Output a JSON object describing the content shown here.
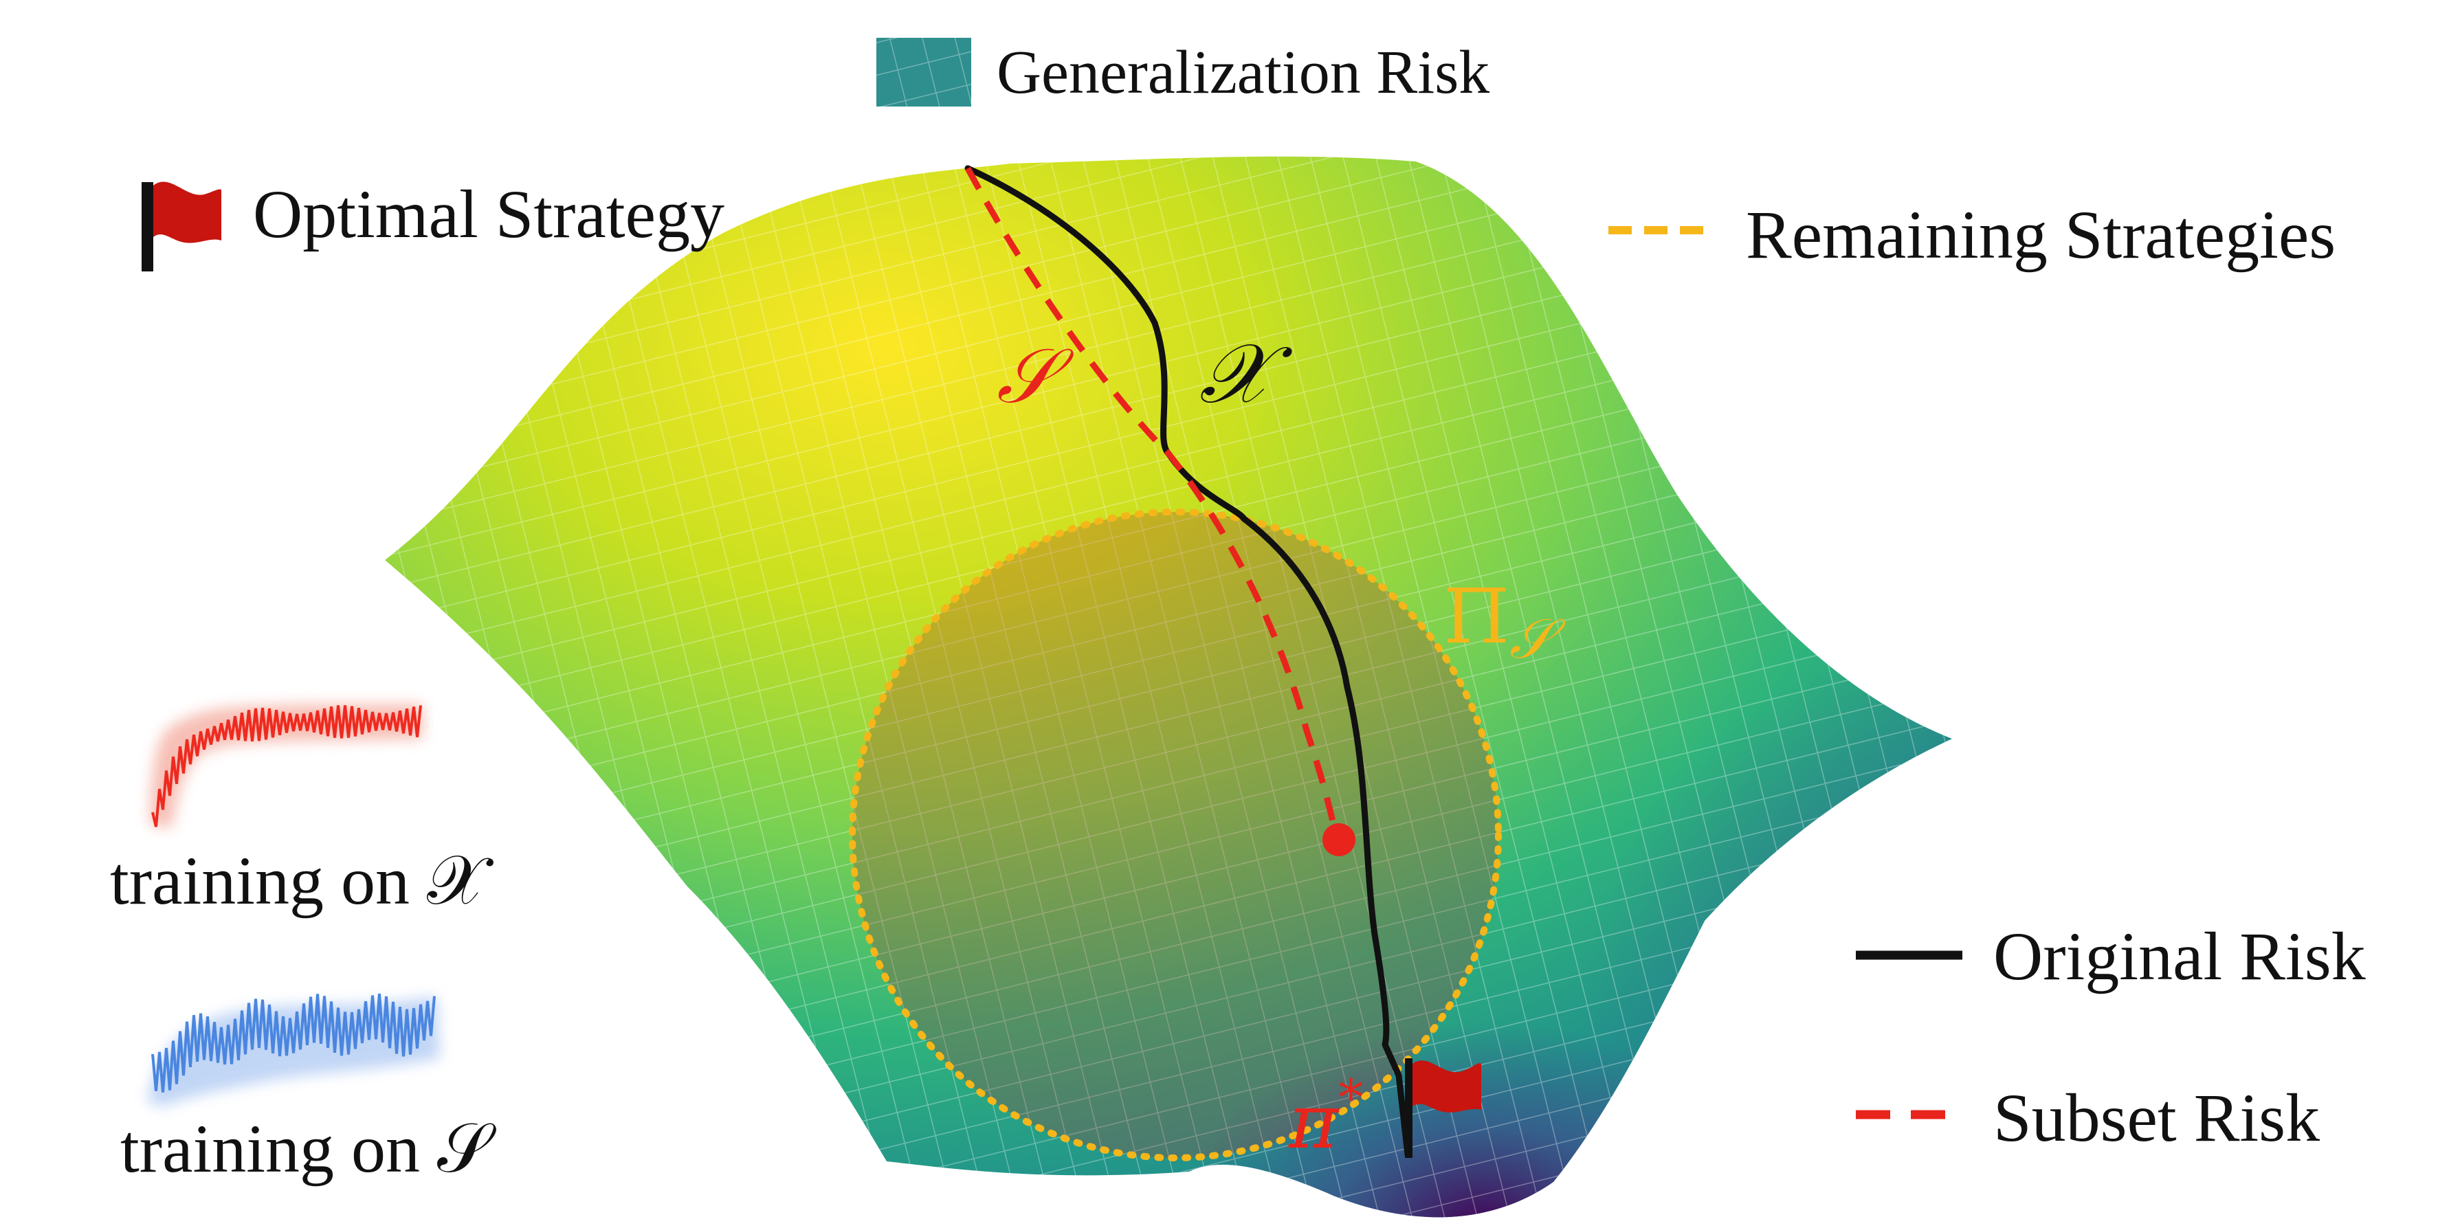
{
  "legend": {
    "generalization_risk": "Generalization Risk",
    "optimal_strategy": "Optimal Strategy",
    "remaining_strategies": "Remaining Strategies",
    "original_risk": "Original Risk",
    "subset_risk": "Subset Risk"
  },
  "annotations": {
    "subset_symbol": "𝒮",
    "full_symbol": "𝒳",
    "region_symbol": "Π",
    "region_subscript": "𝒮",
    "optimum_symbol": "π",
    "optimum_superscript": "*"
  },
  "training_labels": {
    "full": "training on 𝒳",
    "subset": "training on 𝒮"
  },
  "colors": {
    "original_risk": "#111111",
    "subset_risk": "#e8241c",
    "remaining_strategies": "#f5b61a",
    "flag": "#c8150f",
    "training_full": "#ee2a20",
    "training_subset": "#4a86df",
    "surface_high": "#fde725",
    "surface_mid": "#21918c",
    "surface_low": "#440154"
  }
}
